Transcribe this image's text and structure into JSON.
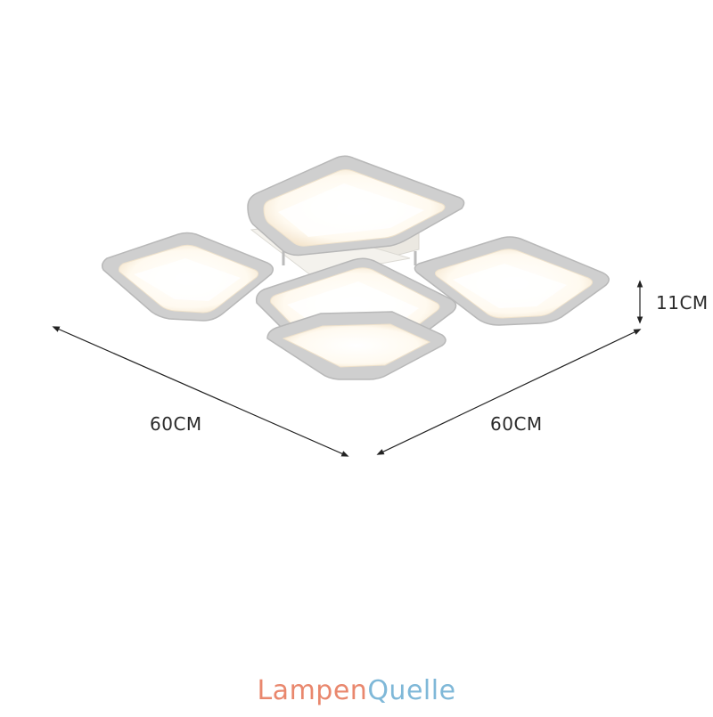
{
  "dimensions": {
    "width_left": "60CM",
    "width_right": "60CM",
    "height": "11CM"
  },
  "brand": {
    "part1": "Lampen",
    "part2": "Quelle",
    "color1": "#e9876d",
    "color2": "#7fb8d8"
  },
  "product": {
    "frame_color": "#c9c9c9",
    "diffuser_color": "#fffdf8",
    "glow_color": "#f6e7cf"
  }
}
